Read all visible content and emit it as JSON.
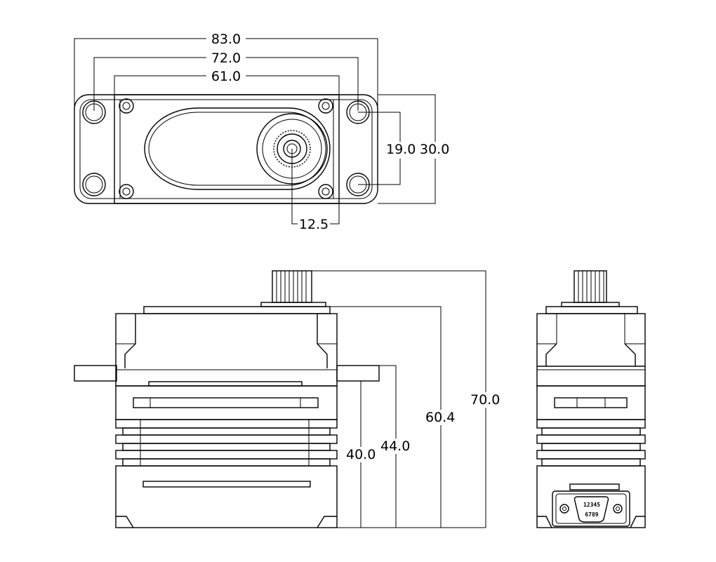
{
  "dimensions": {
    "overall_width": "83.0",
    "mount_hole_spacing": "72.0",
    "body_width": "61.0",
    "mount_hole_vertical": "19.0",
    "flange_height": "30.0",
    "shaft_offset": "12.5",
    "height_to_flange": "40.0",
    "height_to_flange_top": "44.0",
    "height_to_horn_base": "60.4",
    "overall_height": "70.0"
  },
  "connector_pins": {
    "row1": "12345",
    "row2": "6789"
  }
}
